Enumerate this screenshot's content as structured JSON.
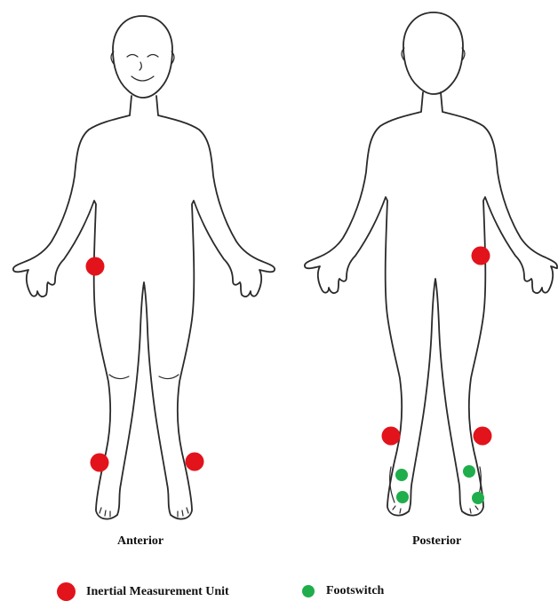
{
  "views": {
    "anterior_label": "Anterior",
    "posterior_label": "Posterior"
  },
  "legend": {
    "imu_label": "Inertial Measurement Unit",
    "footswitch_label": "Footswitch"
  },
  "colors": {
    "imu": "#e3131b",
    "footswitch": "#1fae4b",
    "outline": "#2a2a2a"
  },
  "sensor_counts": {
    "anterior_imu": 3,
    "posterior_imu": 3,
    "posterior_footswitch": 4
  }
}
